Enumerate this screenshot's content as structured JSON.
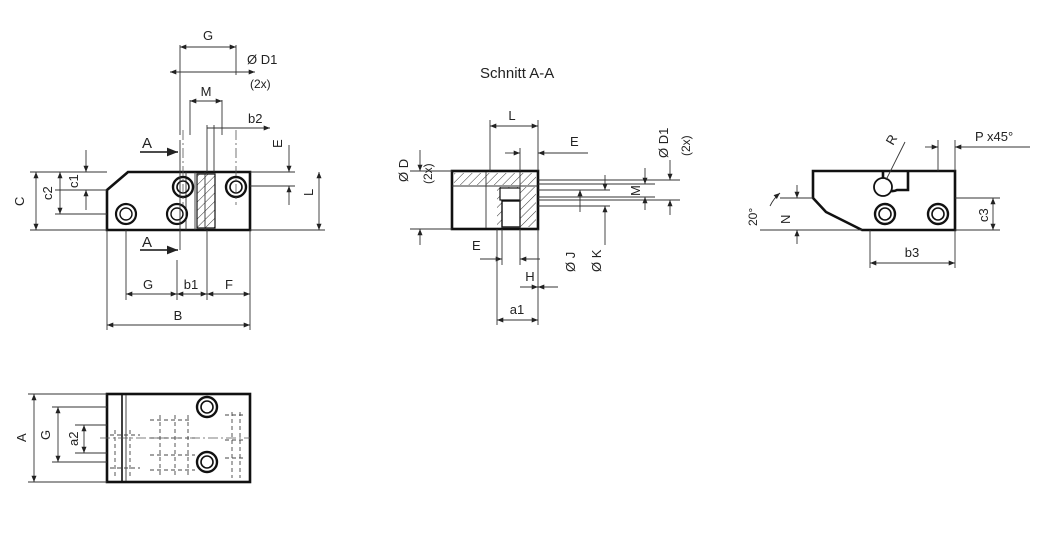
{
  "section_title": "Schnitt A-A",
  "front_view": {
    "G": "G",
    "D1": "Ø D1",
    "twox": "(2x)",
    "M": "M",
    "b2": "b2",
    "E": "E",
    "A_top": "A",
    "A_bottom": "A",
    "C": "C",
    "c2": "c2",
    "c1": "c1",
    "L": "L",
    "G_bottom": "G",
    "b1": "b1",
    "F": "F",
    "B": "B"
  },
  "section_view": {
    "L": "L",
    "E_top": "E",
    "D": "Ø D",
    "D_2x": "(2x)",
    "D1": "Ø D1",
    "D1_2x": "(2x)",
    "M": "M",
    "E_bottom": "E",
    "J": "Ø J",
    "K": "Ø K",
    "H": "H",
    "a1": "a1"
  },
  "side_view": {
    "R": "R",
    "P": "P x45°",
    "angle": "20°",
    "N": "N",
    "c3": "c3",
    "b3": "b3"
  },
  "top_view": {
    "A": "A",
    "G": "G",
    "a2": "a2"
  }
}
